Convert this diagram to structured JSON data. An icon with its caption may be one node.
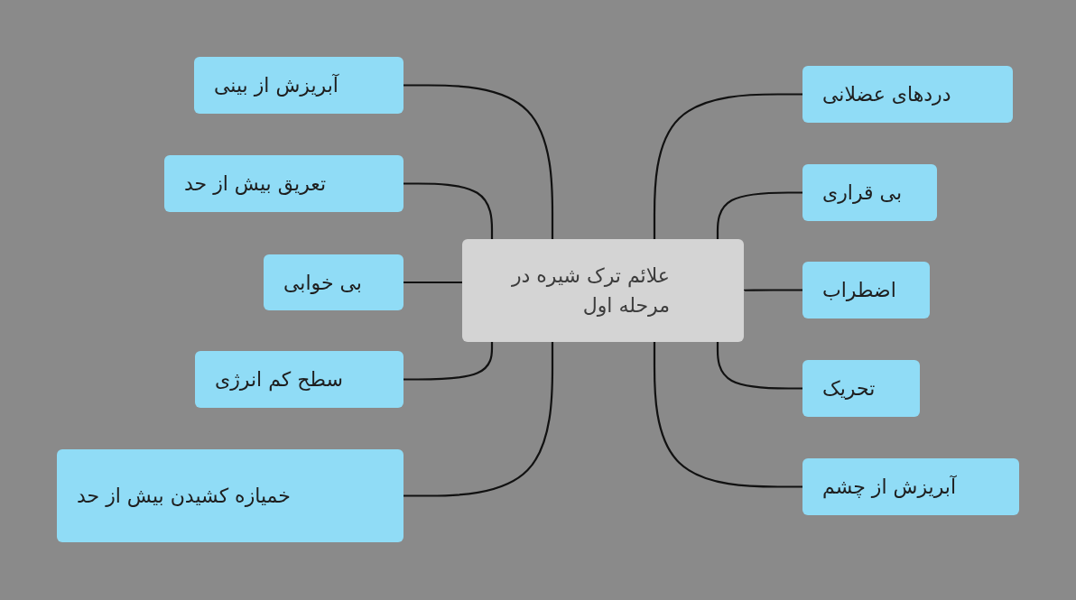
{
  "diagram": {
    "nodes": [
      {
        "text": [
          "علائم ترک شیره در مرحله اول"
        ]
      },
      {
        "text": [
          "آبریزش از بینی"
        ]
      },
      {
        "text": [
          "تعریق بیش از حد"
        ]
      },
      {
        "text": [
          "بی خوابی"
        ]
      },
      {
        "text": [
          "سطح کم انرژی"
        ]
      },
      {
        "text": [
          "خمیازه کشیدن بیش از حد"
        ]
      },
      {
        "text": [
          "دردهای عضلانی"
        ]
      },
      {
        "text": [
          "بی قراری"
        ]
      },
      {
        "text": [
          "اضطراب"
        ]
      },
      {
        "text": [
          "تحریک"
        ]
      },
      {
        "text": [
          "آبریزش از چشم"
        ]
      }
    ],
    "edges": [
      {
        "from": 0,
        "to": 1,
        "arrow": "none"
      },
      {
        "from": 0,
        "to": 2,
        "arrow": "none"
      },
      {
        "from": 0,
        "to": 3,
        "arrow": "none"
      },
      {
        "from": 0,
        "to": 4,
        "arrow": "none"
      },
      {
        "from": 0,
        "to": 5,
        "arrow": "none"
      },
      {
        "from": 0,
        "to": 6,
        "arrow": "none"
      },
      {
        "from": 0,
        "to": 7,
        "arrow": "none"
      },
      {
        "from": 0,
        "to": 8,
        "arrow": "none"
      },
      {
        "from": 0,
        "to": 9,
        "arrow": "none"
      },
      {
        "from": 0,
        "to": 10,
        "arrow": "none"
      }
    ]
  }
}
